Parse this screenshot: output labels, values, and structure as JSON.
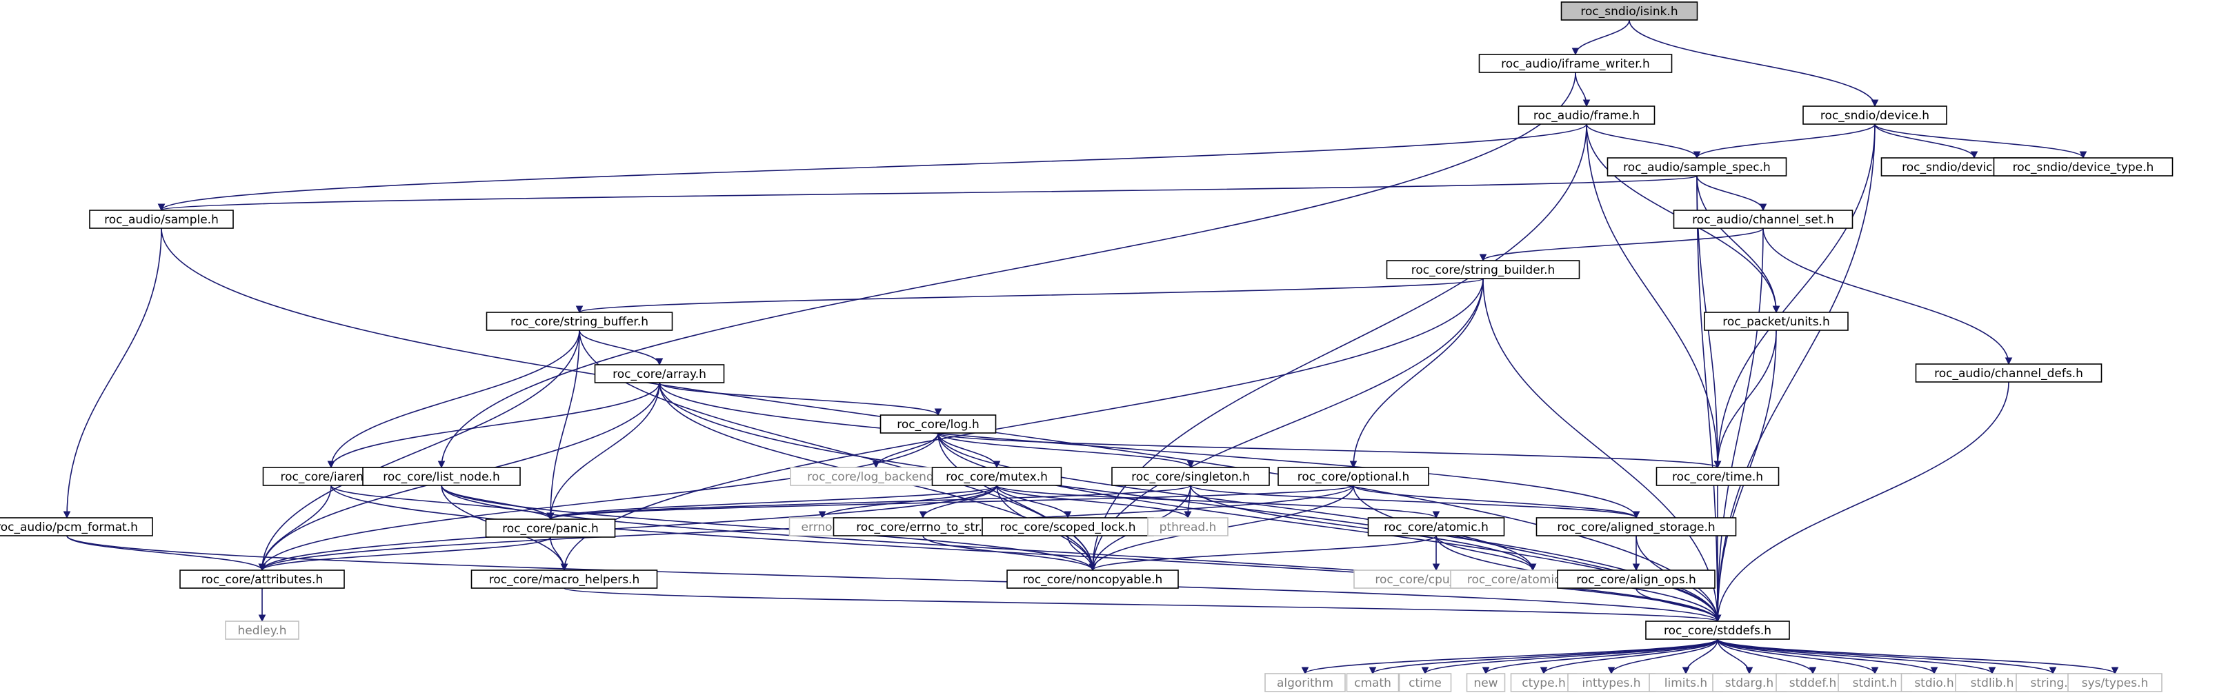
{
  "diagram": {
    "type": "include-dependency-graph",
    "colors": {
      "edge": "#191970",
      "root_fill": "#bfbfbf",
      "node_border": "#000000",
      "external_border": "#bfbfbf",
      "external_text": "#7f7f7f"
    },
    "nodes": [
      {
        "id": "n_isink",
        "label": "roc_sndio/isink.h",
        "kind": "root"
      },
      {
        "id": "n_iframe_writer",
        "label": "roc_audio/iframe_writer.h",
        "kind": "file"
      },
      {
        "id": "n_device",
        "label": "roc_sndio/device.h",
        "kind": "file"
      },
      {
        "id": "n_frame",
        "label": "roc_audio/frame.h",
        "kind": "file"
      },
      {
        "id": "n_sample_spec",
        "label": "roc_audio/sample_spec.h",
        "kind": "file"
      },
      {
        "id": "n_device_state",
        "label": "roc_sndio/device_state.h",
        "kind": "file"
      },
      {
        "id": "n_device_type",
        "label": "roc_sndio/device_type.h",
        "kind": "file"
      },
      {
        "id": "n_sample",
        "label": "roc_audio/sample.h",
        "kind": "file"
      },
      {
        "id": "n_channel_set",
        "label": "roc_audio/channel_set.h",
        "kind": "file"
      },
      {
        "id": "n_string_builder",
        "label": "roc_core/string_builder.h",
        "kind": "file"
      },
      {
        "id": "n_string_buffer",
        "label": "roc_core/string_buffer.h",
        "kind": "file"
      },
      {
        "id": "n_units",
        "label": "roc_packet/units.h",
        "kind": "file"
      },
      {
        "id": "n_channel_defs",
        "label": "roc_audio/channel_defs.h",
        "kind": "file"
      },
      {
        "id": "n_array",
        "label": "roc_core/array.h",
        "kind": "file"
      },
      {
        "id": "n_log",
        "label": "roc_core/log.h",
        "kind": "file"
      },
      {
        "id": "n_iarena",
        "label": "roc_core/iarena.h",
        "kind": "file"
      },
      {
        "id": "n_list_node",
        "label": "roc_core/list_node.h",
        "kind": "file"
      },
      {
        "id": "n_log_backend",
        "label": "roc_core/log_backend.h",
        "kind": "external"
      },
      {
        "id": "n_mutex",
        "label": "roc_core/mutex.h",
        "kind": "file"
      },
      {
        "id": "n_singleton",
        "label": "roc_core/singleton.h",
        "kind": "file"
      },
      {
        "id": "n_optional",
        "label": "roc_core/optional.h",
        "kind": "file"
      },
      {
        "id": "n_time",
        "label": "roc_core/time.h",
        "kind": "file"
      },
      {
        "id": "n_pcm_format",
        "label": "roc_audio/pcm_format.h",
        "kind": "file"
      },
      {
        "id": "n_panic",
        "label": "roc_core/panic.h",
        "kind": "file"
      },
      {
        "id": "n_errno",
        "label": "errno.h",
        "kind": "external"
      },
      {
        "id": "n_errno_to_str",
        "label": "roc_core/errno_to_str.h",
        "kind": "file"
      },
      {
        "id": "n_scoped_lock",
        "label": "roc_core/scoped_lock.h",
        "kind": "file"
      },
      {
        "id": "n_pthread",
        "label": "pthread.h",
        "kind": "external"
      },
      {
        "id": "n_atomic",
        "label": "roc_core/atomic.h",
        "kind": "file"
      },
      {
        "id": "n_aligned_storage",
        "label": "roc_core/aligned_storage.h",
        "kind": "file"
      },
      {
        "id": "n_attributes",
        "label": "roc_core/attributes.h",
        "kind": "file"
      },
      {
        "id": "n_macro_helpers",
        "label": "roc_core/macro_helpers.h",
        "kind": "file"
      },
      {
        "id": "n_noncopyable",
        "label": "roc_core/noncopyable.h",
        "kind": "file"
      },
      {
        "id": "n_cpu_traits",
        "label": "roc_core/cpu_traits.h",
        "kind": "external"
      },
      {
        "id": "n_atomic_ops",
        "label": "roc_core/atomic_ops.h",
        "kind": "external"
      },
      {
        "id": "n_align_ops",
        "label": "roc_core/align_ops.h",
        "kind": "file"
      },
      {
        "id": "n_hedley",
        "label": "hedley.h",
        "kind": "external"
      },
      {
        "id": "n_stddefs",
        "label": "roc_core/stddefs.h",
        "kind": "file"
      },
      {
        "id": "n_algorithm",
        "label": "algorithm",
        "kind": "external"
      },
      {
        "id": "n_cmath",
        "label": "cmath",
        "kind": "external"
      },
      {
        "id": "n_ctime",
        "label": "ctime",
        "kind": "external"
      },
      {
        "id": "n_new",
        "label": "new",
        "kind": "external"
      },
      {
        "id": "n_ctype",
        "label": "ctype.h",
        "kind": "external"
      },
      {
        "id": "n_inttypes",
        "label": "inttypes.h",
        "kind": "external"
      },
      {
        "id": "n_limits",
        "label": "limits.h",
        "kind": "external"
      },
      {
        "id": "n_stdarg",
        "label": "stdarg.h",
        "kind": "external"
      },
      {
        "id": "n_stddef",
        "label": "stddef.h",
        "kind": "external"
      },
      {
        "id": "n_stdint",
        "label": "stdint.h",
        "kind": "external"
      },
      {
        "id": "n_stdio",
        "label": "stdio.h",
        "kind": "external"
      },
      {
        "id": "n_stdlib",
        "label": "stdlib.h",
        "kind": "external"
      },
      {
        "id": "n_string",
        "label": "string.h",
        "kind": "external"
      },
      {
        "id": "n_systypes",
        "label": "sys/types.h",
        "kind": "external"
      }
    ],
    "edges": [
      [
        "n_isink",
        "n_iframe_writer"
      ],
      [
        "n_isink",
        "n_device"
      ],
      [
        "n_iframe_writer",
        "n_frame"
      ],
      [
        "n_iframe_writer",
        "n_list_node"
      ],
      [
        "n_device",
        "n_sample_spec"
      ],
      [
        "n_device",
        "n_device_state"
      ],
      [
        "n_device",
        "n_device_type"
      ],
      [
        "n_device",
        "n_time"
      ],
      [
        "n_device",
        "n_stddefs"
      ],
      [
        "n_frame",
        "n_sample"
      ],
      [
        "n_frame",
        "n_sample_spec"
      ],
      [
        "n_frame",
        "n_units"
      ],
      [
        "n_frame",
        "n_time"
      ],
      [
        "n_frame",
        "n_noncopyable"
      ],
      [
        "n_sample_spec",
        "n_sample"
      ],
      [
        "n_sample_spec",
        "n_channel_set"
      ],
      [
        "n_sample_spec",
        "n_units"
      ],
      [
        "n_sample_spec",
        "n_time"
      ],
      [
        "n_sample_spec",
        "n_stddefs"
      ],
      [
        "n_sample",
        "n_pcm_format"
      ],
      [
        "n_sample",
        "n_stddefs"
      ],
      [
        "n_channel_set",
        "n_string_builder"
      ],
      [
        "n_channel_set",
        "n_channel_defs"
      ],
      [
        "n_channel_set",
        "n_stddefs"
      ],
      [
        "n_string_builder",
        "n_string_buffer"
      ],
      [
        "n_string_builder",
        "n_optional"
      ],
      [
        "n_string_builder",
        "n_macro_helpers"
      ],
      [
        "n_string_builder",
        "n_noncopyable"
      ],
      [
        "n_string_builder",
        "n_stddefs"
      ],
      [
        "n_string_buffer",
        "n_array"
      ],
      [
        "n_string_buffer",
        "n_iarena"
      ],
      [
        "n_string_buffer",
        "n_panic"
      ],
      [
        "n_string_buffer",
        "n_attributes"
      ],
      [
        "n_string_buffer",
        "n_noncopyable"
      ],
      [
        "n_units",
        "n_time"
      ],
      [
        "n_units",
        "n_stddefs"
      ],
      [
        "n_channel_defs",
        "n_stddefs"
      ],
      [
        "n_array",
        "n_log"
      ],
      [
        "n_array",
        "n_iarena"
      ],
      [
        "n_array",
        "n_panic"
      ],
      [
        "n_array",
        "n_attributes"
      ],
      [
        "n_array",
        "n_noncopyable"
      ],
      [
        "n_array",
        "n_aligned_storage"
      ],
      [
        "n_array",
        "n_stddefs"
      ],
      [
        "n_log",
        "n_log_backend"
      ],
      [
        "n_log",
        "n_mutex"
      ],
      [
        "n_log",
        "n_singleton"
      ],
      [
        "n_log",
        "n_time"
      ],
      [
        "n_log",
        "n_attributes"
      ],
      [
        "n_log",
        "n_noncopyable"
      ],
      [
        "n_log",
        "n_atomic_ops"
      ],
      [
        "n_log",
        "n_stddefs"
      ],
      [
        "n_iarena",
        "n_panic"
      ],
      [
        "n_iarena",
        "n_attributes"
      ],
      [
        "n_iarena",
        "n_stddefs"
      ],
      [
        "n_list_node",
        "n_panic"
      ],
      [
        "n_list_node",
        "n_macro_helpers"
      ],
      [
        "n_list_node",
        "n_noncopyable"
      ],
      [
        "n_list_node",
        "n_stddefs"
      ],
      [
        "n_mutex",
        "n_panic"
      ],
      [
        "n_mutex",
        "n_errno"
      ],
      [
        "n_mutex",
        "n_errno_to_str"
      ],
      [
        "n_mutex",
        "n_scoped_lock"
      ],
      [
        "n_mutex",
        "n_pthread"
      ],
      [
        "n_mutex",
        "n_atomic"
      ],
      [
        "n_mutex",
        "n_attributes"
      ],
      [
        "n_mutex",
        "n_noncopyable"
      ],
      [
        "n_singleton",
        "n_pthread"
      ],
      [
        "n_singleton",
        "n_panic"
      ],
      [
        "n_singleton",
        "n_aligned_storage"
      ],
      [
        "n_singleton",
        "n_noncopyable"
      ],
      [
        "n_singleton",
        "n_atomic_ops"
      ],
      [
        "n_optional",
        "n_panic"
      ],
      [
        "n_optional",
        "n_aligned_storage"
      ],
      [
        "n_optional",
        "n_attributes"
      ],
      [
        "n_optional",
        "n_noncopyable"
      ],
      [
        "n_optional",
        "n_stddefs"
      ],
      [
        "n_time",
        "n_stddefs"
      ],
      [
        "n_pcm_format",
        "n_attributes"
      ],
      [
        "n_pcm_format",
        "n_stddefs"
      ],
      [
        "n_panic",
        "n_attributes"
      ],
      [
        "n_panic",
        "n_macro_helpers"
      ],
      [
        "n_errno_to_str",
        "n_noncopyable"
      ],
      [
        "n_scoped_lock",
        "n_noncopyable"
      ],
      [
        "n_atomic",
        "n_cpu_traits"
      ],
      [
        "n_atomic",
        "n_atomic_ops"
      ],
      [
        "n_atomic",
        "n_noncopyable"
      ],
      [
        "n_atomic",
        "n_stddefs"
      ],
      [
        "n_aligned_storage",
        "n_align_ops"
      ],
      [
        "n_aligned_storage",
        "n_stddefs"
      ],
      [
        "n_align_ops",
        "n_stddefs"
      ],
      [
        "n_attributes",
        "n_hedley"
      ],
      [
        "n_macro_helpers",
        "n_stddefs"
      ],
      [
        "n_stddefs",
        "n_algorithm"
      ],
      [
        "n_stddefs",
        "n_cmath"
      ],
      [
        "n_stddefs",
        "n_ctime"
      ],
      [
        "n_stddefs",
        "n_new"
      ],
      [
        "n_stddefs",
        "n_ctype"
      ],
      [
        "n_stddefs",
        "n_inttypes"
      ],
      [
        "n_stddefs",
        "n_limits"
      ],
      [
        "n_stddefs",
        "n_stdarg"
      ],
      [
        "n_stddefs",
        "n_stddef"
      ],
      [
        "n_stddefs",
        "n_stdint"
      ],
      [
        "n_stddefs",
        "n_stdio"
      ],
      [
        "n_stddefs",
        "n_stdlib"
      ],
      [
        "n_stddefs",
        "n_string"
      ],
      [
        "n_stddefs",
        "n_systypes"
      ]
    ]
  }
}
